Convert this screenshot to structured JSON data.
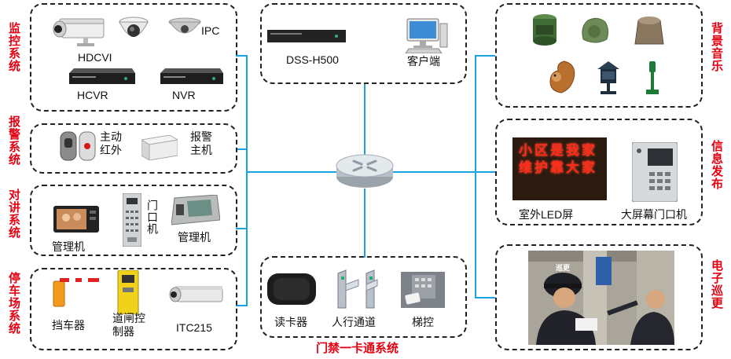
{
  "sections": {
    "monitoring": {
      "title": "监控系统",
      "items": [
        "HDCVI",
        "IPC",
        "HCVR",
        "NVR"
      ]
    },
    "alarm": {
      "title": "报警系统",
      "items": [
        "主动\n红外",
        "报警\n主机"
      ]
    },
    "intercom": {
      "title": "对讲系统",
      "items": [
        "管理机",
        "门口机",
        "管理机"
      ]
    },
    "parking": {
      "title": "停车场系统",
      "items": [
        "挡车器",
        "道闸控\n制器",
        "ITC215"
      ]
    },
    "center": {
      "items": [
        "DSS-H500",
        "客户端"
      ]
    },
    "access": {
      "title": "门禁一卡通系统",
      "items": [
        "读卡器",
        "人行通道",
        "梯控"
      ]
    },
    "music": {
      "title": "背景音乐"
    },
    "info": {
      "title": "信息发布",
      "items": [
        "室外LED屏",
        "大屏幕门口机"
      ],
      "led_text": [
        "小区是我家",
        "维护靠大家"
      ]
    },
    "patrol": {
      "title": "电子巡更",
      "badge": "巡更"
    }
  },
  "colors": {
    "accent": "#e60012",
    "link": "#1aa3e3"
  }
}
